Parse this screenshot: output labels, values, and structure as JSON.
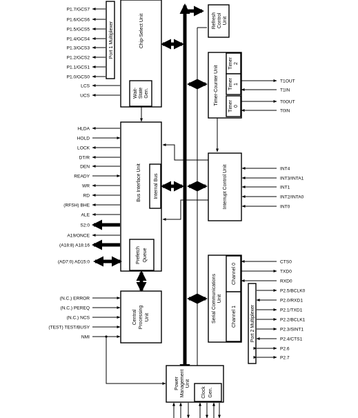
{
  "blocks": {
    "chip_select": "Chip-Select Unit",
    "port1_mux": "Port 1 Multiplexer",
    "wait_state": [
      "Wait-",
      "State",
      "Gen."
    ],
    "bus_interface": "Bus Interface Unit",
    "internal_bus": "Internal Bus",
    "prefetch": [
      "Prefetch",
      "Queue"
    ],
    "cpu": [
      "Central",
      "Processing",
      "Unit"
    ],
    "refresh": [
      "Refresh",
      "Control",
      "Unit"
    ],
    "timer_counter": "Timer-Counter Unit",
    "timer2": [
      "Timer",
      "2"
    ],
    "timer1": [
      "Timer",
      "1"
    ],
    "timer0": [
      "Timer",
      "0"
    ],
    "interrupt": "Interrupt Control Unit",
    "serial": [
      "Serial Communications",
      "Unit"
    ],
    "channel0": "Channel 0",
    "channel1": "Channel 1",
    "port2_mux": "Port 2 Multiplexer",
    "power_mgmt": [
      "Power",
      "Management",
      "Unit"
    ],
    "clock_gen": [
      "Clock",
      "Gen."
    ]
  },
  "signals": {
    "chip_select": [
      "P1.7/GCS7",
      "P1.6/GCS6",
      "P1.5/GCS5",
      "P1.4/GCS4",
      "P1.3/GCS3",
      "P1.2/GCS2",
      "P1.1/GCS1",
      "P1.0/GCS0",
      "LCS",
      "UCS"
    ],
    "bus_interface": [
      "HLDA",
      "HOLD",
      "LOCK",
      "DT/R",
      "DEN",
      "READY",
      "WR",
      "RD",
      "(RFSH) BHE",
      "ALE",
      "S2:0",
      "A19/ONCE",
      "(A18:8) A18:16",
      "(AD7:0) AD15:0"
    ],
    "cpu": [
      "(N.C.) ERROR",
      "(N.C.) PEREQ",
      "(N.C.) NCS",
      "(TEST) TEST/BUSY",
      "NMI"
    ],
    "timer": [
      "T1OUT",
      "T1IN",
      "T0OUT",
      "T0IN"
    ],
    "interrupt": [
      "INT4",
      "INT3/INTA1",
      "INT1",
      "INT2/INTA0",
      "INT0"
    ],
    "serial": [
      "CTS0",
      "TXD0",
      "RXD0",
      "P2.5/BCLK0",
      "P2.0/RXD1",
      "P2.1/TXD1",
      "P2.2/BCLK1",
      "P2.3/SINT1",
      "P2.4/CTS1",
      "P2.6",
      "P2.7"
    ]
  }
}
